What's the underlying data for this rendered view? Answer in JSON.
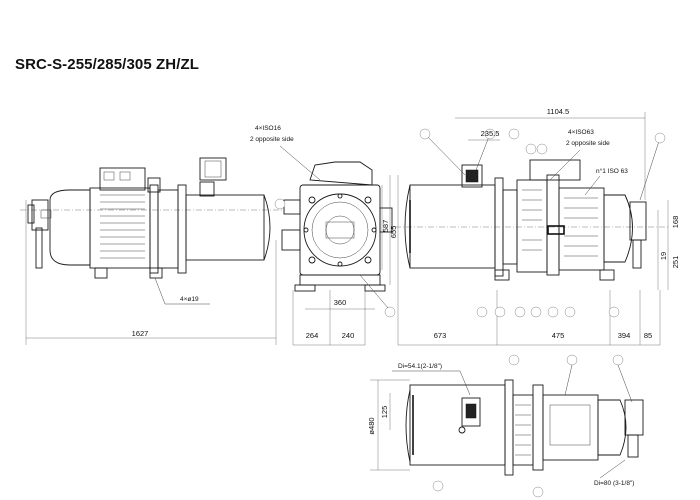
{
  "title": "SRC-S-255/285/305 ZH/ZL",
  "callouts": {
    "iso016_line1": "4×ISO16",
    "iso016_line2": "2 opposite side",
    "iso063_line1": "4×ISO63",
    "iso063_line2": "2 opposite side",
    "iso63_single": "n°1 ISO 63",
    "feet_holes": "4×ø19",
    "di_suction": "Di=54.1(2-1/8\")",
    "di_discharge": "Di=80 (3-1/8\")"
  },
  "dimensions": {
    "d_1627": "1627",
    "d_264": "264",
    "d_240": "240",
    "d_360": "360",
    "d_655": "655",
    "d_587": "587",
    "d_1104_5": "1104.5",
    "d_235_5": "235.5",
    "d_673": "673",
    "d_475": "475",
    "d_394": "394",
    "d_85": "85",
    "d_168": "168",
    "d_19": "19",
    "d_251": "251",
    "d_480": "ø480",
    "d_125": "125"
  }
}
